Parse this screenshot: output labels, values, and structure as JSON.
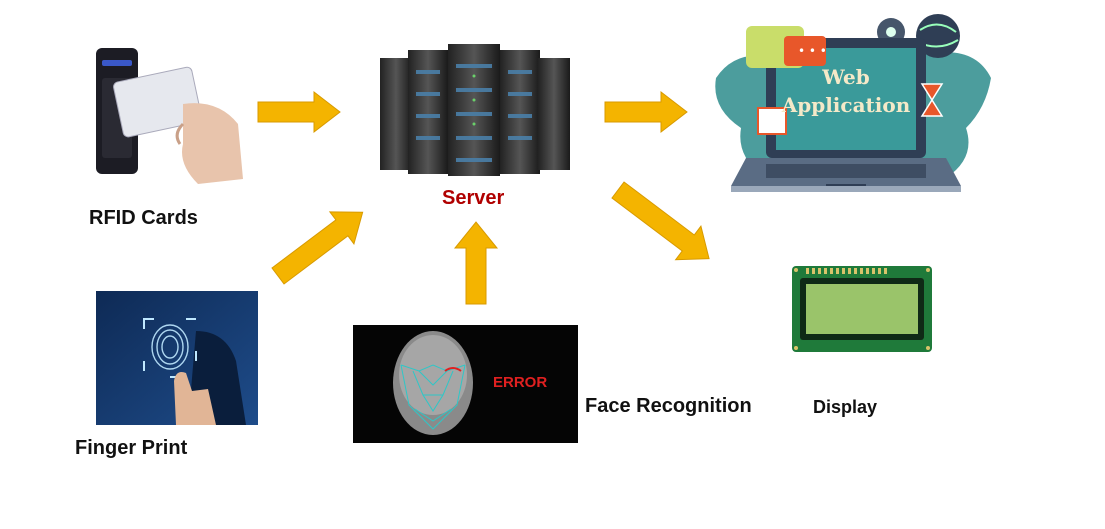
{
  "labels": {
    "rfid": "RFID Cards",
    "server": "Server",
    "finger": "Finger Print",
    "face": "Face Recognition",
    "display": "Display",
    "error": "ERROR",
    "web_line1": "Web",
    "web_line2": "Application"
  },
  "colors": {
    "arrow": "#f4b400",
    "arrow_edge": "#d89a00",
    "server_label": "#b00000",
    "error_text": "#e02020",
    "lcd_screen": "#9ac46a",
    "lcd_board": "#1f7a3a",
    "laptop_screen": "#3a9a9a"
  },
  "icons": [
    "rfid-reader-icon",
    "server-rack-icon",
    "web-laptop-icon",
    "lcd-display-icon",
    "fingerprint-icon",
    "face-scan-icon"
  ]
}
